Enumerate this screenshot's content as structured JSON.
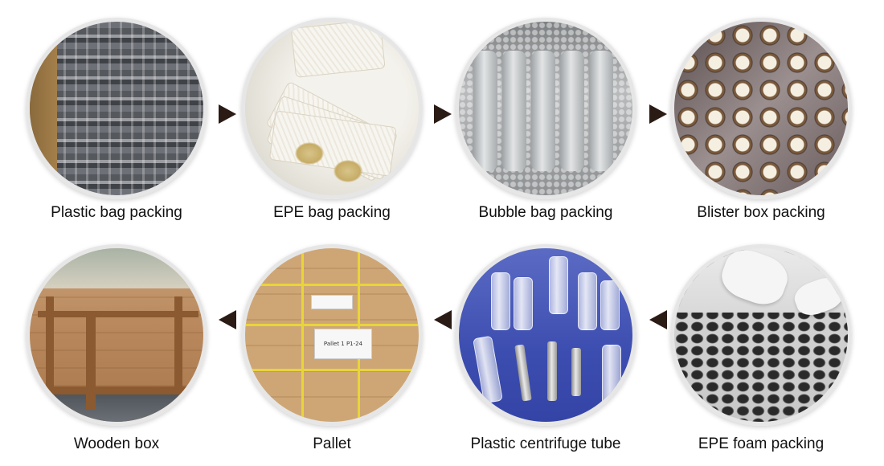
{
  "steps": [
    {
      "caption": "Plastic bag packing",
      "image": "plastic-bag-packing-photo"
    },
    {
      "caption": "EPE bag packing",
      "image": "epe-bag-packing-photo"
    },
    {
      "caption": "Bubble bag packing",
      "image": "bubble-bag-packing-photo"
    },
    {
      "caption": "Blister box packing",
      "image": "blister-box-packing-photo"
    },
    {
      "caption": "Wooden box",
      "image": "wooden-box-photo"
    },
    {
      "caption": "Pallet",
      "image": "pallet-photo"
    },
    {
      "caption": "Plastic centrifuge tube",
      "image": "plastic-centrifuge-tube-photo"
    },
    {
      "caption": "EPE foam packing",
      "image": "epe-foam-packing-photo"
    }
  ],
  "pallet_label": "Pallet 1   P1-24",
  "arrows": {
    "top_row_direction": "right",
    "bottom_row_direction": "left",
    "color": "#2a1b14"
  }
}
